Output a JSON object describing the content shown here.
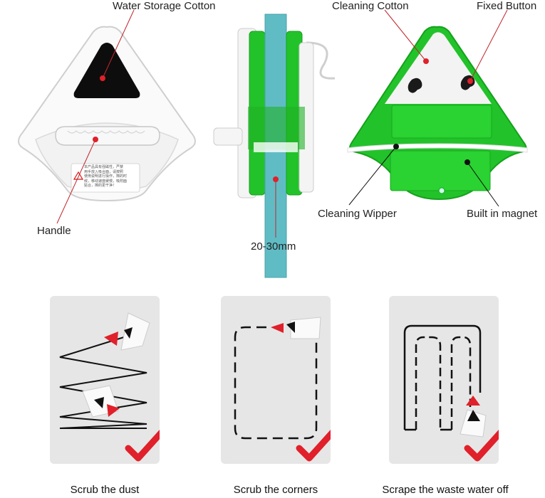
{
  "labels": {
    "water_storage_cotton": "Water Storage Cotton",
    "handle": "Handle",
    "thickness": "20-30mm",
    "cleaning_cotton": "Cleaning Cotton",
    "fixed_button": "Fixed Button",
    "cleaning_wiper": "Cleaning Wipper",
    "built_in_magnet": "Built in magnet"
  },
  "warning_text": [
    "本产品具有强磁性，严禁",
    "用手放入吸合面，请按照",
    "使用说明进行操作，擦的时",
    "候，移动速度缓慢，吸附面",
    "贴合，擦的更干净！"
  ],
  "steps": [
    {
      "caption": "Scrub the dust"
    },
    {
      "caption": "Scrub the corners"
    },
    {
      "caption": "Scrape the waste water off"
    }
  ],
  "colors": {
    "green": "#22c32a",
    "dark_green": "#15a11c",
    "glass": "#5fbcc4",
    "accent_red": "#e0202a",
    "panel": "#e6e6e6"
  }
}
